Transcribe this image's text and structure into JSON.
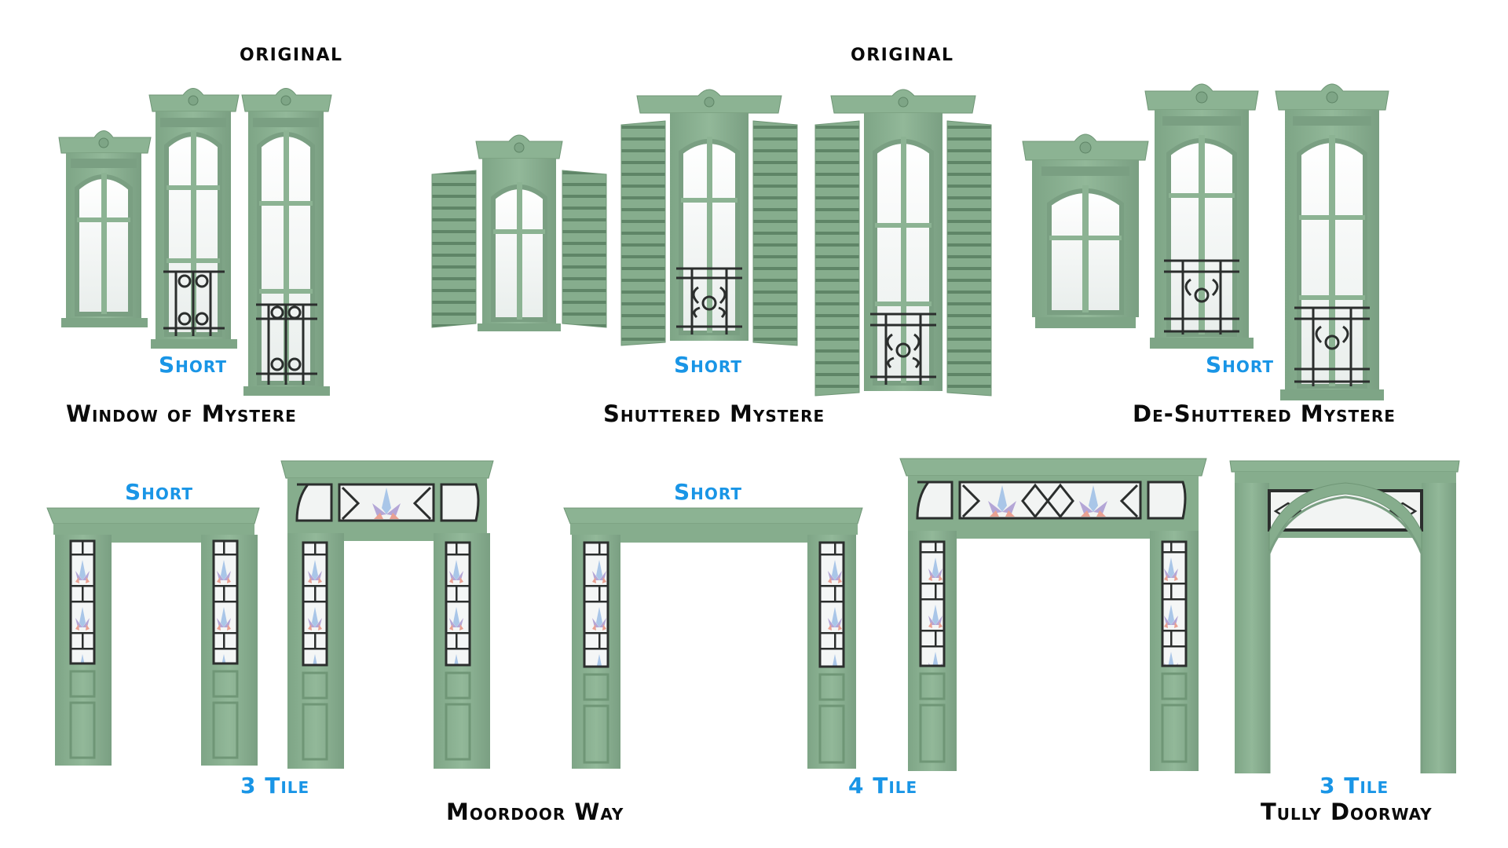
{
  "colors": {
    "frame_green": "#8cb393",
    "frame_dark": "#6f9676",
    "glass": "#f2f4f3",
    "iron": "#2b2e2d",
    "label_black": "#0a0a0a",
    "label_blue": "#1995e6",
    "stained_blue": "#a9c6e8",
    "stained_purple": "#b4a6d6",
    "stained_pink": "#eaa192"
  },
  "top_row": {
    "window_of_mystere": {
      "title": "Window of Mystere",
      "original_label": "ORIGINAL",
      "short_label": "Short",
      "variants": [
        "small window",
        "short balcony window",
        "tall balcony window (original)"
      ]
    },
    "shuttered_mystere": {
      "title": "Shuttered Mystere",
      "original_label": "ORIGINAL",
      "short_label": "Short",
      "variants": [
        "small shuttered window",
        "short shuttered balcony window",
        "tall shuttered balcony window (original)"
      ]
    },
    "de_shuttered_mystere": {
      "title": "De-Shuttered Mystere",
      "short_label": "Short",
      "variants": [
        "small window",
        "short balcony window",
        "tall balcony window"
      ]
    }
  },
  "bottom_row": {
    "moordoor_way": {
      "title": "Moordoor Way",
      "groups": [
        {
          "short_label": "Short",
          "tile_label": "3 Tile"
        },
        {
          "short_label": "Short",
          "tile_label": "4 Tile"
        }
      ]
    },
    "tully_doorway": {
      "title": "Tully Doorway",
      "tile_label": "3 Tile"
    }
  }
}
